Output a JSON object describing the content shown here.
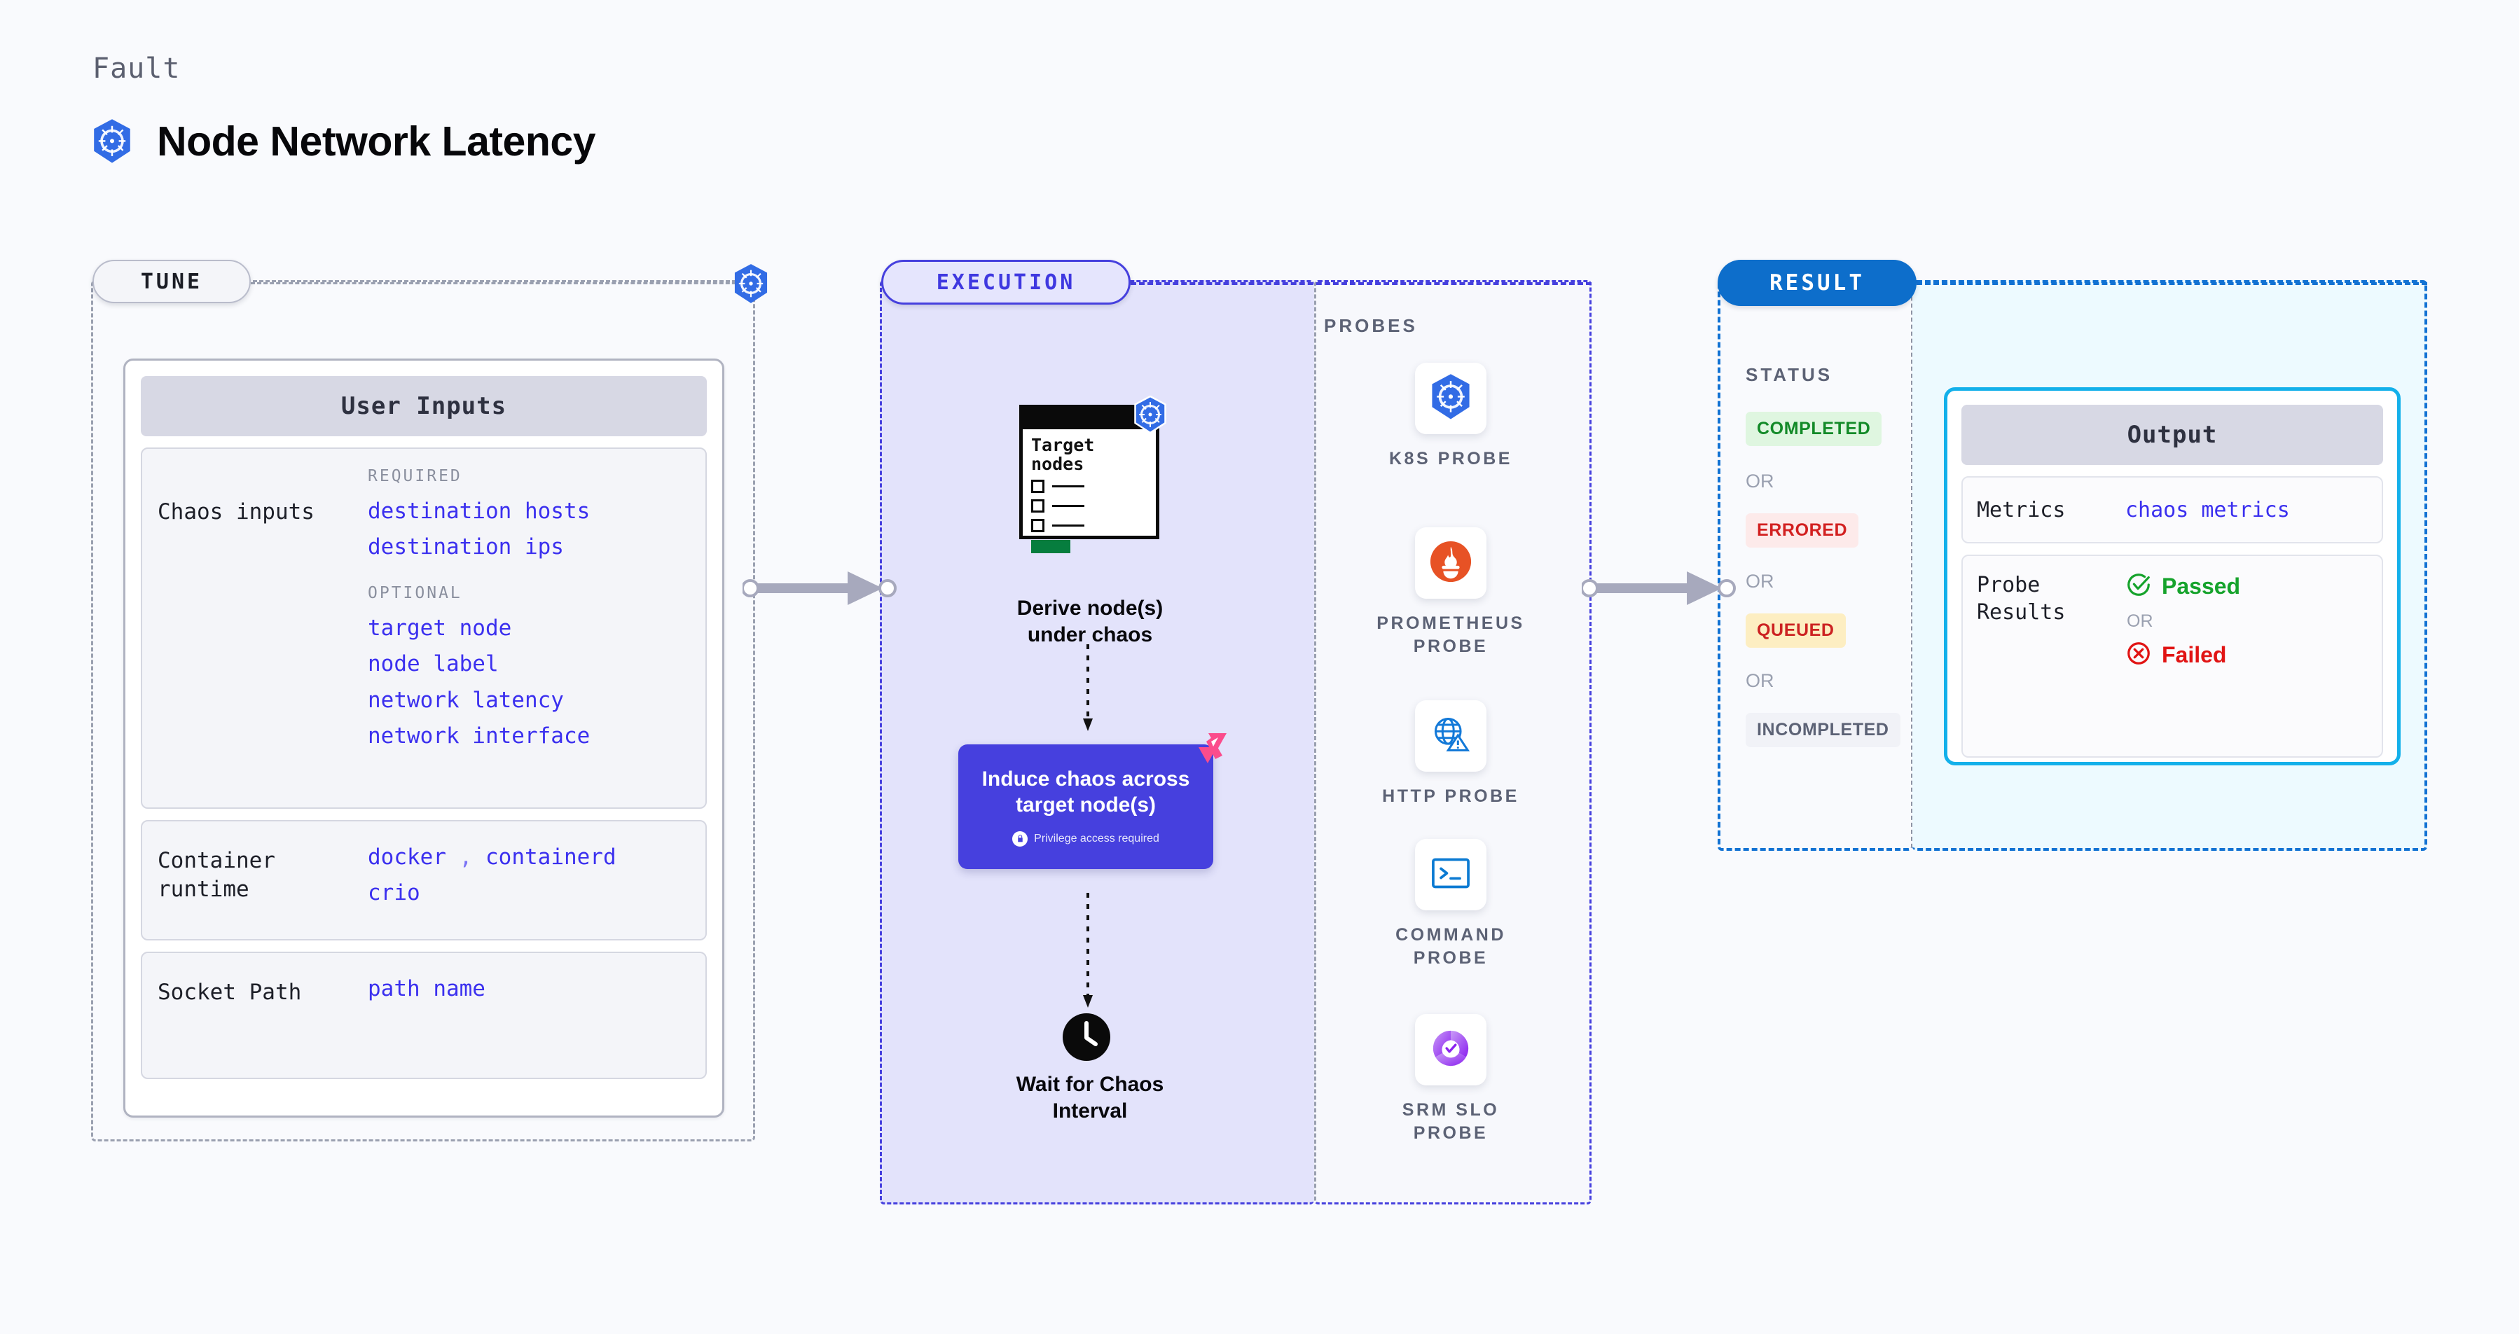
{
  "header": {
    "eyebrow": "Fault",
    "title": "Node Network Latency",
    "icon": "kubernetes-icon"
  },
  "stages": {
    "tune": {
      "label": "TUNE",
      "accent": "#b9bccb"
    },
    "execution": {
      "label": "EXECUTION",
      "accent": "#4640de"
    },
    "result": {
      "label": "RESULT",
      "accent": "#0d6ecb"
    }
  },
  "tune": {
    "card_title": "User Inputs",
    "blocks": [
      {
        "label": "Chaos inputs",
        "groups": [
          {
            "category": "REQUIRED",
            "values": [
              "destination hosts",
              "destination ips"
            ]
          },
          {
            "category": "OPTIONAL",
            "values": [
              "target node",
              "node label",
              "network latency",
              "network interface"
            ]
          }
        ]
      },
      {
        "label": "Container runtime",
        "values_line1": "docker",
        "separator": ",",
        "values_line1b": "containerd",
        "values_line2": "crio"
      },
      {
        "label": "Socket Path",
        "value": "path name"
      }
    ]
  },
  "execution": {
    "node_card": {
      "title_line1": "Target",
      "title_line2": "nodes",
      "badge": "kubernetes-icon"
    },
    "step1_caption": "Derive node(s)\nunder chaos",
    "step1_caption_line1": "Derive node(s)",
    "step1_caption_line2": "under chaos",
    "chaos_box": {
      "title_line1": "Induce chaos across",
      "title_line2": "target node(s)",
      "note": "Privilege access required",
      "color": "#4640de"
    },
    "step3_caption_line1": "Wait for Chaos",
    "step3_caption_line2": "Interval"
  },
  "probes": {
    "title": "PROBES",
    "items": [
      {
        "label_line1": "K8S PROBE",
        "label_line2": "",
        "icon": "kubernetes-icon"
      },
      {
        "label_line1": "PROMETHEUS",
        "label_line2": "PROBE",
        "icon": "prometheus-icon"
      },
      {
        "label_line1": "HTTP PROBE",
        "label_line2": "",
        "icon": "http-globe-warning-icon"
      },
      {
        "label_line1": "COMMAND",
        "label_line2": "PROBE",
        "icon": "terminal-icon"
      },
      {
        "label_line1": "SRM SLO",
        "label_line2": "PROBE",
        "icon": "srm-slo-donut-icon"
      }
    ]
  },
  "result": {
    "status_title": "STATUS",
    "or_label": "OR",
    "statuses": [
      {
        "label": "COMPLETED",
        "bg": "#dff6e0",
        "fg": "#138a28"
      },
      {
        "label": "ERRORED",
        "bg": "#fdeaea",
        "fg": "#d22020"
      },
      {
        "label": "QUEUED",
        "bg": "#fdeec2",
        "fg": "#cc2222"
      },
      {
        "label": "INCOMPLETED",
        "bg": "#f1f2f7",
        "fg": "#5c6275"
      }
    ],
    "output": {
      "title": "Output",
      "metrics_label": "Metrics",
      "metrics_value": "chaos metrics",
      "probe_label_line1": "Probe",
      "probe_label_line2": "Results",
      "passed": "Passed",
      "failed": "Failed",
      "or_label": "OR"
    }
  }
}
